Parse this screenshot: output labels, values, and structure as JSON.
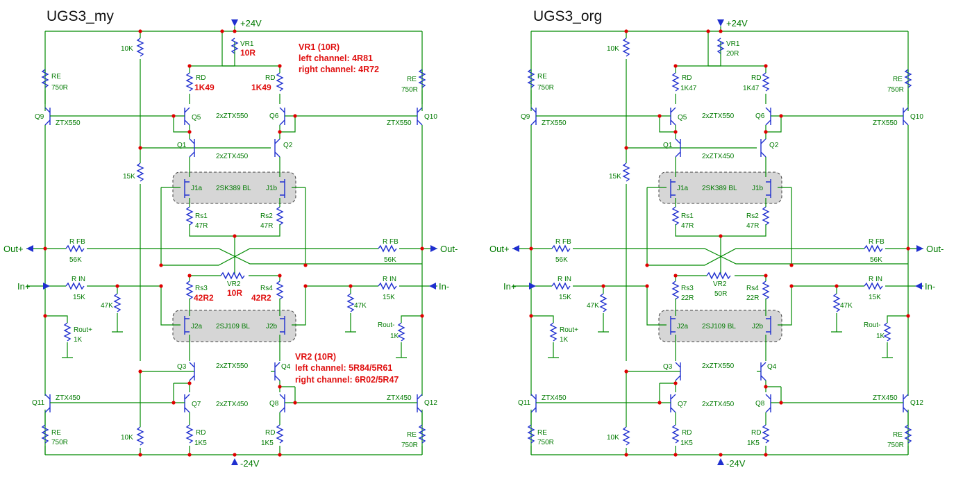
{
  "title_left": "UGS3_my",
  "title_right": "UGS3_org",
  "left": {
    "vpos": "+24V",
    "vneg": "-24V",
    "vr1_name": "VR1",
    "vr1_value": "10R",
    "vr1_note_title": "VR1 (10R)",
    "vr1_note_left": "left channel: 4R81",
    "vr1_note_right": "right channel: 4R72",
    "vr2_name": "VR2",
    "vr2_value": "10R",
    "vr2_note_title": "VR2 (10R)",
    "vr2_note_left": "left channel: 5R84/5R61",
    "vr2_note_right": "right channel: 6R02/5R47",
    "rd_top_value": "1K49",
    "rs_top_value": "47R",
    "rs_bot_value": "42R2",
    "rd_bot_value": "1K5"
  },
  "right": {
    "vpos": "+24V",
    "vneg": "-24V",
    "vr1_name": "VR1",
    "vr1_value": "20R",
    "vr2_name": "VR2",
    "vr2_value": "50R",
    "rd_top_value": "1K47",
    "rs_top_value": "47R",
    "rs_bot_value": "22R",
    "rd_bot_value": "1K5"
  },
  "common": {
    "re_name": "RE",
    "re_value": "750R",
    "q9": "Q9",
    "q10": "Q10",
    "q11": "Q11",
    "q12": "Q12",
    "q1": "Q1",
    "q2": "Q2",
    "q3": "Q3",
    "q4": "Q4",
    "q5": "Q5",
    "q6": "Q6",
    "q7": "Q7",
    "q8": "Q8",
    "ztx550": "ZTX550",
    "ztx450": "ZTX450",
    "pair_550": "2xZTX550",
    "pair_450": "2xZTX450",
    "rd_name": "RD",
    "rs1": "Rs1",
    "rs2": "Rs2",
    "rs3": "Rs3",
    "rs4": "Rs4",
    "r10k": "10K",
    "r15k": "15K",
    "r47k": "47K",
    "rfb": "R FB",
    "rfb_value": "56K",
    "rin": "R IN",
    "rin_value": "15K",
    "rout_plus": "Rout+",
    "rout_minus": "Rout-",
    "rout_value": "1K",
    "j1a": "J1a",
    "j1b": "J1b",
    "j2a": "J2a",
    "j2b": "J2b",
    "jfet_n": "2SK389 BL",
    "jfet_p": "2SJ109 BL",
    "out_plus": "Out+",
    "out_minus": "Out-",
    "in_plus": "In+",
    "in_minus": "In-"
  }
}
